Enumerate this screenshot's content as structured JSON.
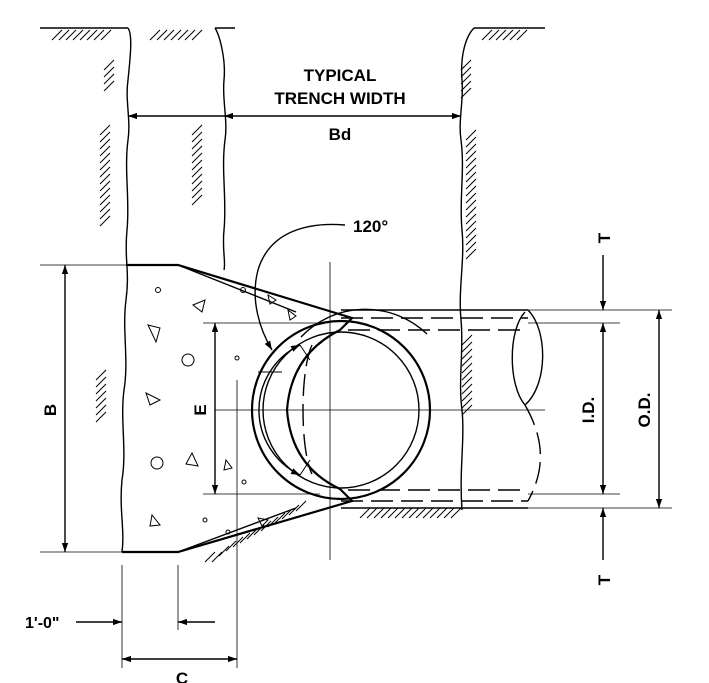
{
  "labels": {
    "typical_line1": "TYPICAL",
    "typical_line2": "TRENCH WIDTH",
    "bd": "Bd",
    "angle": "120°",
    "b": "B",
    "e": "E",
    "id": "I.D.",
    "od": "O.D.",
    "t_top": "T",
    "t_bottom": "T",
    "one_foot": "1'-0\"",
    "c": "C"
  }
}
